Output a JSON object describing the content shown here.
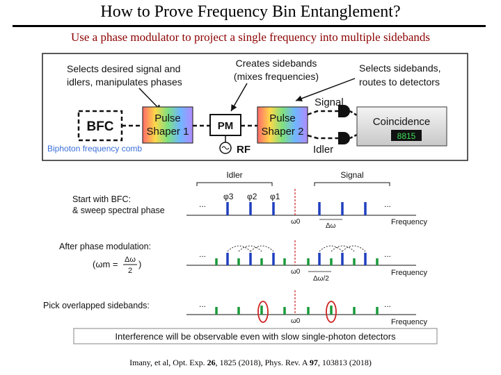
{
  "title": "How to Prove Frequency Bin Entanglement?",
  "subtitle": "Use a phase modulator to project a single frequency into multiple sidebands",
  "setup": {
    "note_left_1": "Selects desired signal and",
    "note_left_2": "idlers, manipulates phases",
    "note_mid_1": "Creates sidebands",
    "note_mid_2": "(mixes frequencies)",
    "note_right_1": "Selects sidebands,",
    "note_right_2": "routes to detectors",
    "bfc_label": "BFC",
    "biphoton_label": "Biphoton frequency comb",
    "shaper1_1": "Pulse",
    "shaper1_2": "Shaper 1",
    "pm_label": "PM",
    "rf_label": "RF",
    "shaper2_1": "Pulse",
    "shaper2_2": "Shaper 2",
    "signal_label": "Signal",
    "idler_label": "Idler",
    "coincidence_label": "Coincidence",
    "counter_display": "8815"
  },
  "spectra": {
    "idler_header": "Idler",
    "signal_header": "Signal",
    "row1_label_1": "Start with BFC:",
    "row1_label_2": "& sweep spectral phase",
    "phi3": "φ3",
    "phi2": "φ2",
    "phi1": "φ1",
    "row2_label": "After phase modulation:",
    "omega_m_lhs": "(ωm =",
    "omega_m_num": "Δω",
    "omega_m_den": "2",
    "omega_m_close": ")",
    "row3_label": "Pick overlapped sidebands:",
    "omega0": "ω0",
    "delta_omega": "Δω",
    "delta_omega_half": "Δω/2",
    "frequency": "Frequency",
    "ellipsis": "...",
    "bottom_note": "Interference will be observable even with slow single-photon detectors"
  },
  "footer": {
    "prefix": "Imany, et al, Opt. Exp. ",
    "vol1": "26",
    "mid": ", 1825 (2018), Phys. Rev. A ",
    "vol2": "97",
    "suffix": ", 103813 (2018)"
  },
  "colors": {
    "subtitle": "#8b0000",
    "blue_line": "#1f3fbf",
    "green_line": "#1a9a3a",
    "red": "#cc2222",
    "biphoton_blue": "#3a6fd8"
  }
}
